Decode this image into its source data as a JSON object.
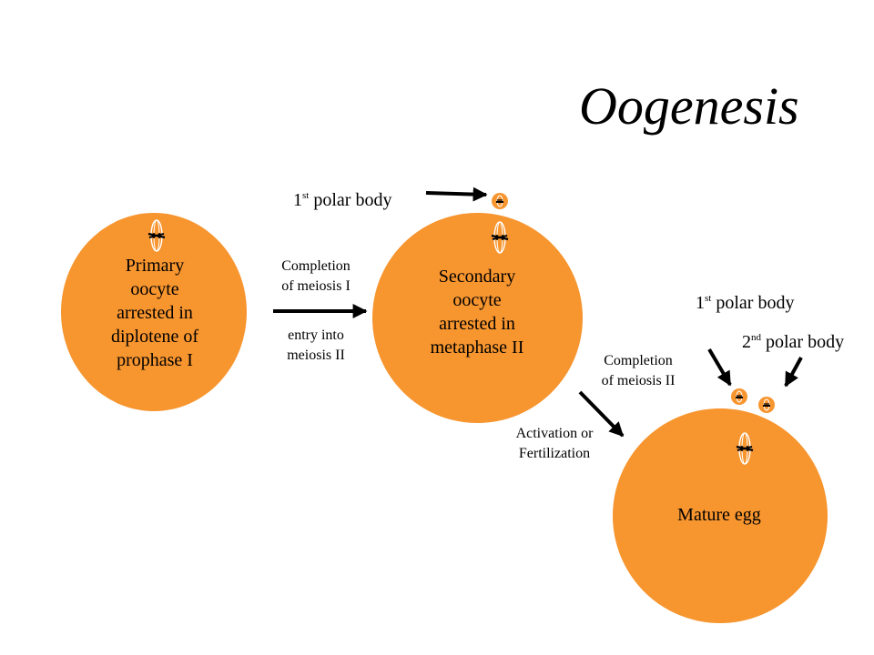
{
  "title": "Oogenesis",
  "colors": {
    "cell_fill": "#F7952F",
    "ink": "#000000"
  },
  "cells": {
    "primary": {
      "label_lines": [
        "Primary",
        "oocyte",
        "arrested in",
        "diplotene of",
        "prophase I"
      ]
    },
    "secondary": {
      "label_lines": [
        "Secondary",
        "oocyte",
        "arrested in",
        "metaphase II"
      ]
    },
    "mature": {
      "label": "Mature egg"
    }
  },
  "transitions": {
    "meiosis1": {
      "above_lines": [
        "Completion",
        "of meiosis I"
      ],
      "below_lines": [
        "entry into",
        "meiosis II"
      ]
    },
    "meiosis2": {
      "lines": [
        "Completion",
        "of meiosis II"
      ]
    },
    "activation": {
      "lines": [
        "Activation or",
        "Fertilization"
      ]
    }
  },
  "polar_labels": {
    "first_top": {
      "num": "1",
      "sup": "st",
      "text": " polar body"
    },
    "first_right": {
      "num": "1",
      "sup": "st",
      "text": " polar body"
    },
    "second_right": {
      "num": "2",
      "sup": "nd",
      "text": " polar body"
    }
  }
}
